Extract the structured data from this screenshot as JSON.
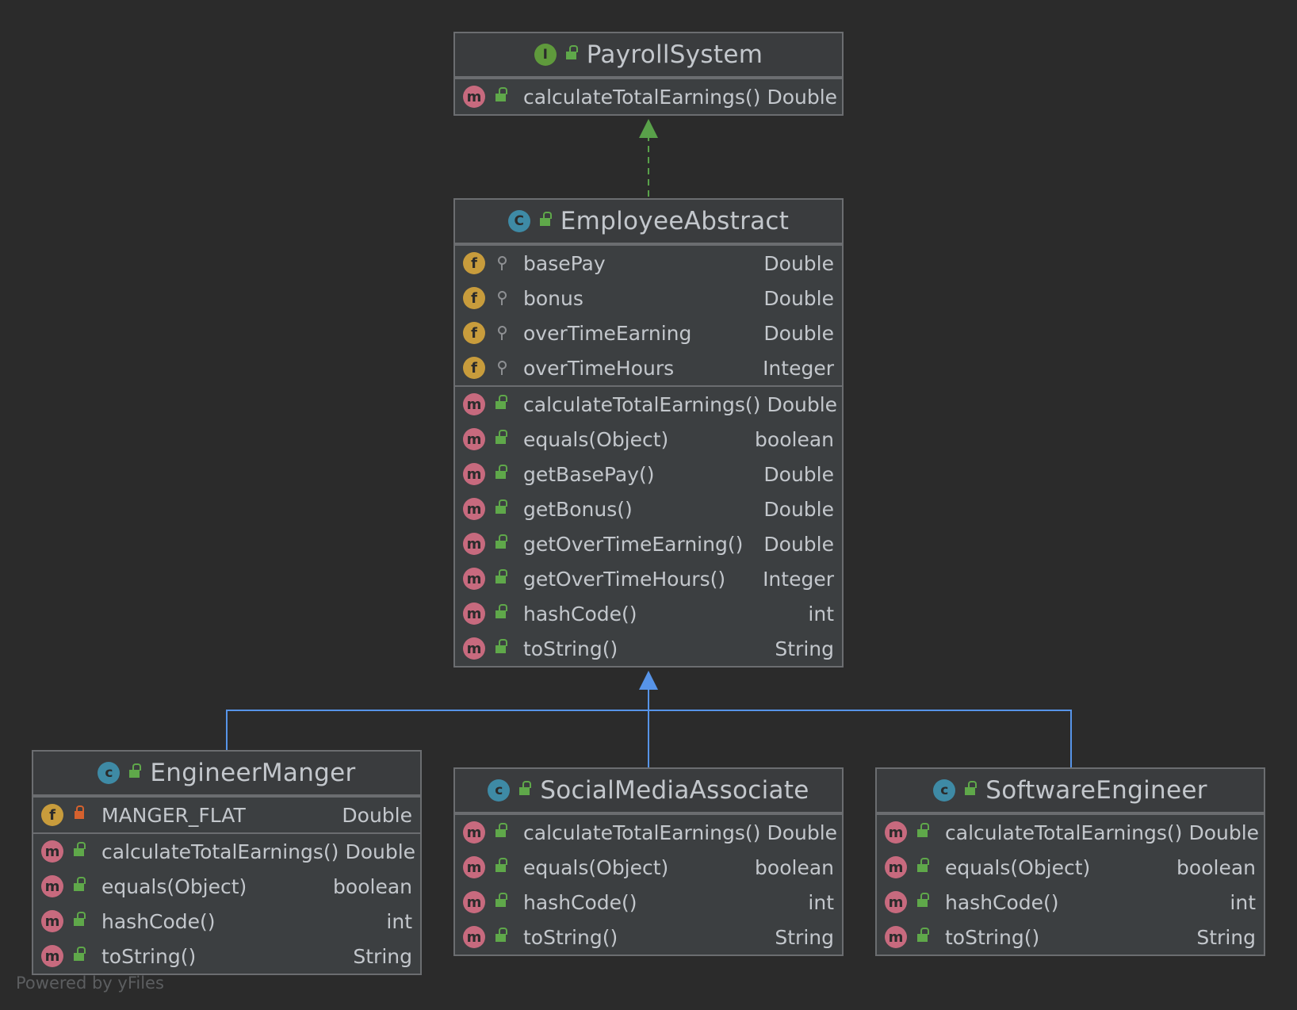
{
  "diagram": {
    "nodes": [
      {
        "id": "payroll",
        "kind": "interface",
        "title": "PayrollSystem",
        "fields": [],
        "methods": [
          {
            "name": "calculateTotalEarnings()",
            "type": "Double"
          }
        ]
      },
      {
        "id": "employee",
        "kind": "abstract-class",
        "title": "EmployeeAbstract",
        "fields": [
          {
            "name": "basePay",
            "type": "Double"
          },
          {
            "name": "bonus",
            "type": "Double"
          },
          {
            "name": "overTimeEarning",
            "type": "Double"
          },
          {
            "name": "overTimeHours",
            "type": "Integer"
          }
        ],
        "methods": [
          {
            "name": "calculateTotalEarnings()",
            "type": "Double"
          },
          {
            "name": "equals(Object)",
            "type": "boolean"
          },
          {
            "name": "getBasePay()",
            "type": "Double"
          },
          {
            "name": "getBonus()",
            "type": "Double"
          },
          {
            "name": "getOverTimeEarning()",
            "type": "Double"
          },
          {
            "name": "getOverTimeHours()",
            "type": "Integer"
          },
          {
            "name": "hashCode()",
            "type": "int"
          },
          {
            "name": "toString()",
            "type": "String"
          }
        ]
      },
      {
        "id": "engineerManger",
        "kind": "class",
        "title": "EngineerManger",
        "fields": [
          {
            "name": "MANGER_FLAT",
            "type": "Double"
          }
        ],
        "methods": [
          {
            "name": "calculateTotalEarnings()",
            "type": "Double"
          },
          {
            "name": "equals(Object)",
            "type": "boolean"
          },
          {
            "name": "hashCode()",
            "type": "int"
          },
          {
            "name": "toString()",
            "type": "String"
          }
        ]
      },
      {
        "id": "socialMedia",
        "kind": "class",
        "title": "SocialMediaAssociate",
        "fields": [],
        "methods": [
          {
            "name": "calculateTotalEarnings()",
            "type": "Double"
          },
          {
            "name": "equals(Object)",
            "type": "boolean"
          },
          {
            "name": "hashCode()",
            "type": "int"
          },
          {
            "name": "toString()",
            "type": "String"
          }
        ]
      },
      {
        "id": "softwareEngineer",
        "kind": "class",
        "title": "SoftwareEngineer",
        "fields": [],
        "methods": [
          {
            "name": "calculateTotalEarnings()",
            "type": "Double"
          },
          {
            "name": "equals(Object)",
            "type": "boolean"
          },
          {
            "name": "hashCode()",
            "type": "int"
          },
          {
            "name": "toString()",
            "type": "String"
          }
        ]
      }
    ],
    "edges": [
      {
        "from": "employee",
        "to": "payroll",
        "relation": "implements"
      },
      {
        "from": "engineerManger",
        "to": "employee",
        "relation": "extends"
      },
      {
        "from": "socialMedia",
        "to": "employee",
        "relation": "extends"
      },
      {
        "from": "softwareEngineer",
        "to": "employee",
        "relation": "extends"
      }
    ],
    "colors": {
      "implements": "#59a14a",
      "extends": "#5794e8"
    }
  },
  "footer": "Powered by yFiles"
}
